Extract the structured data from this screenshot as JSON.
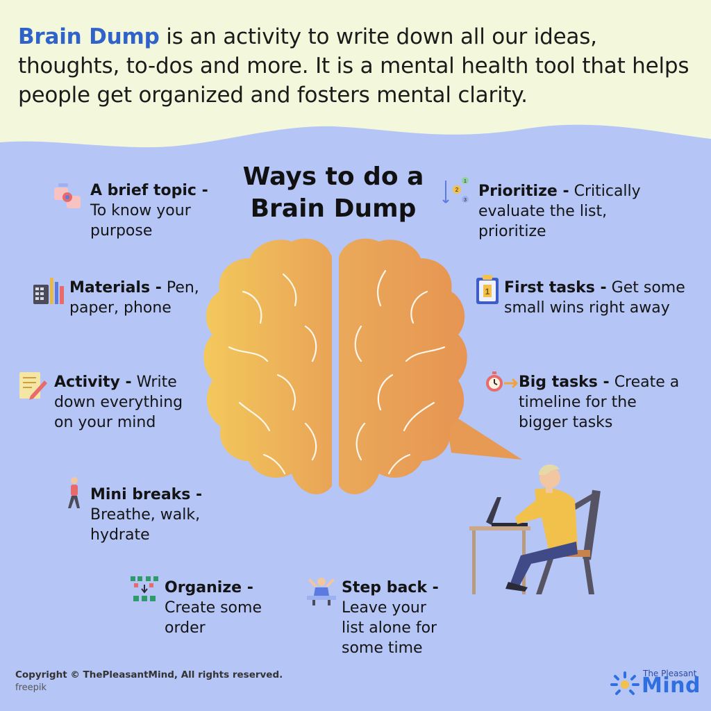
{
  "intro": {
    "highlight": "Brain Dump",
    "rest": " is an activity to write down all our ideas, thoughts, to-dos and more. It is a mental health tool that helps people get organized and fosters mental clarity."
  },
  "title": {
    "line1": "Ways to do a",
    "line2": "Brain Dump"
  },
  "items": {
    "brief_topic": {
      "heading": "A brief topic -",
      "line1": "To know your",
      "line2": "purpose"
    },
    "materials": {
      "heading": "Materials -",
      "line1_rest": " Pen,",
      "line2": "paper, phone"
    },
    "activity": {
      "heading": "Activity -",
      "line1_rest": " Write",
      "line2": "down everything",
      "line3": "on your mind"
    },
    "mini_breaks": {
      "heading": "Mini breaks -",
      "line1": "Breathe, walk,",
      "line2": "hydrate"
    },
    "organize": {
      "heading": "Organize -",
      "line1": "Create some",
      "line2": "order"
    },
    "step_back": {
      "heading": "Step back -",
      "line1": "Leave your",
      "line2": "list alone for",
      "line3": "some time"
    },
    "prioritize": {
      "heading": "Prioritize -",
      "line1_rest": " Critically",
      "line2": "evaluate the list,",
      "line3": "prioritize"
    },
    "first_tasks": {
      "heading": "First tasks -",
      "line1_rest": " Get some",
      "line2": "small wins right away"
    },
    "big_tasks": {
      "heading": "Big tasks -",
      "line1_rest": " Create a",
      "line2": "timeline for the",
      "line3": "bigger tasks"
    }
  },
  "footer": {
    "copyright": "Copyright © ThePleasantMind, All rights reserved.",
    "credit": "freepik"
  },
  "logo": {
    "small": "The Pleasant",
    "big": "Mind"
  },
  "colors": {
    "top_band": "#f3f8dc",
    "main_bg": "#b5c5f6",
    "accent": "#2f63c9",
    "brain_light": "#f2c35c",
    "brain_dark": "#e69a55"
  }
}
